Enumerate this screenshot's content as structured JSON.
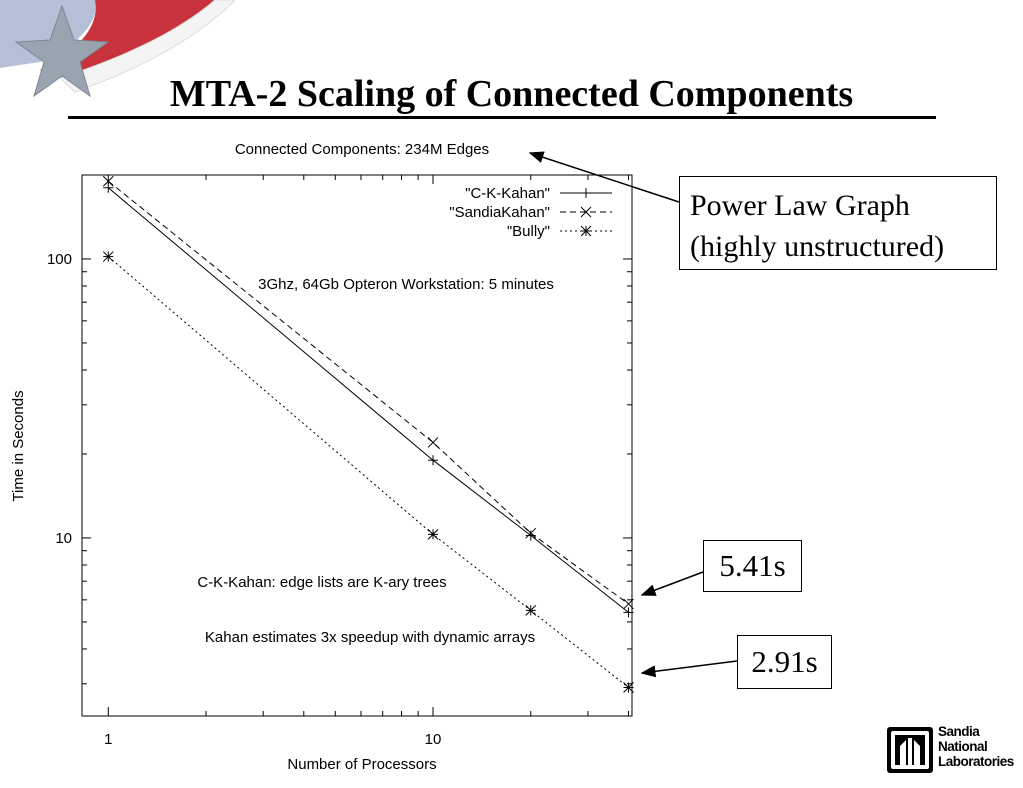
{
  "slide": {
    "title": "MTA-2 Scaling of Connected Components"
  },
  "chart_data": {
    "type": "line",
    "title": "Connected Components: 234M Edges",
    "xlabel": "Number of Processors",
    "ylabel": "Time in Seconds",
    "x_scale": "log",
    "y_scale": "log",
    "xlim": [
      0.83,
      41
    ],
    "ylim": [
      2.3,
      200
    ],
    "x_ticks": [
      {
        "value": 1,
        "label": "1"
      },
      {
        "value": 10,
        "label": "10"
      }
    ],
    "y_ticks": [
      {
        "value": 10,
        "label": "10"
      },
      {
        "value": 100,
        "label": "100"
      }
    ],
    "legend_position": "top-right",
    "series": [
      {
        "name": "\"C-K-Kahan\"",
        "marker": "plus",
        "dash": "solid",
        "x": [
          1,
          10,
          20,
          40
        ],
        "y": [
          180,
          19,
          10.2,
          5.41
        ]
      },
      {
        "name": "\"SandiaKahan\"",
        "marker": "cross",
        "dash": "dashed",
        "x": [
          1,
          10,
          20,
          40
        ],
        "y": [
          190,
          22,
          10.4,
          5.8
        ]
      },
      {
        "name": "\"Bully\"",
        "marker": "star",
        "dash": "dotted",
        "x": [
          1,
          10,
          20,
          40
        ],
        "y": [
          102,
          10.3,
          5.5,
          2.91
        ]
      }
    ],
    "annotations": [
      {
        "text": "3Ghz, 64Gb Opteron Workstation: 5 minutes"
      },
      {
        "text": "C-K-Kahan: edge lists are K-ary trees"
      },
      {
        "text": "Kahan estimates 3x speedup with dynamic arrays"
      }
    ]
  },
  "callouts": {
    "graph_type": {
      "line1": "Power Law Graph",
      "line2": "(highly unstructured)"
    },
    "ck_time": "5.41s",
    "bully_time": "2.91s"
  },
  "logo": {
    "line1": "Sandia",
    "line2": "National",
    "line3": "Laboratories"
  },
  "colors": {
    "flag_red": "#c8323c",
    "star_gray": "#9aa4b0",
    "plot_line": "#000000"
  }
}
